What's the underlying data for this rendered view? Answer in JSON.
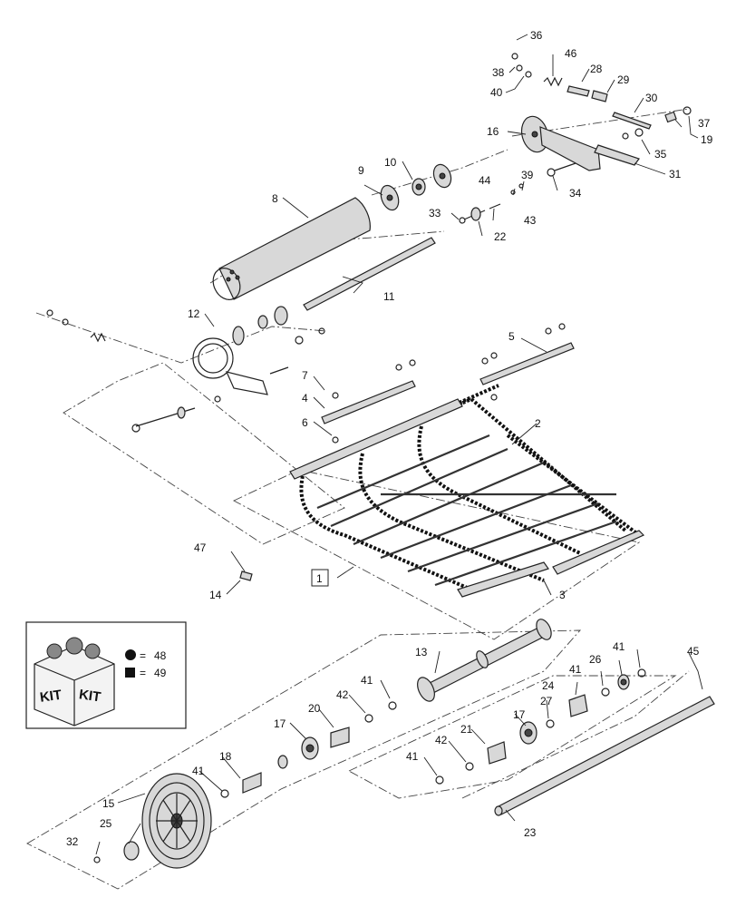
{
  "callouts": [
    "1",
    "2",
    "3",
    "4",
    "5",
    "6",
    "7",
    "8",
    "9",
    "10",
    "11",
    "12",
    "13",
    "14",
    "15",
    "16",
    "17",
    "17",
    "18",
    "19",
    "20",
    "21",
    "22",
    "23",
    "24",
    "25",
    "26",
    "27",
    "28",
    "29",
    "30",
    "31",
    "32",
    "33",
    "34",
    "35",
    "36",
    "37",
    "38",
    "39",
    "40",
    "41",
    "41",
    "41",
    "41",
    "41",
    "42",
    "42",
    "43",
    "44",
    "45",
    "46",
    "47"
  ],
  "kit_legend": {
    "box_text": [
      "KIT",
      "KIT"
    ],
    "items": [
      {
        "symbol": "circle",
        "separator": "=",
        "number": "48"
      },
      {
        "symbol": "square",
        "separator": "=",
        "number": "49"
      }
    ]
  },
  "colors": {
    "line": "#222222",
    "part_fill": "#d8d8d8",
    "background": "#ffffff"
  }
}
